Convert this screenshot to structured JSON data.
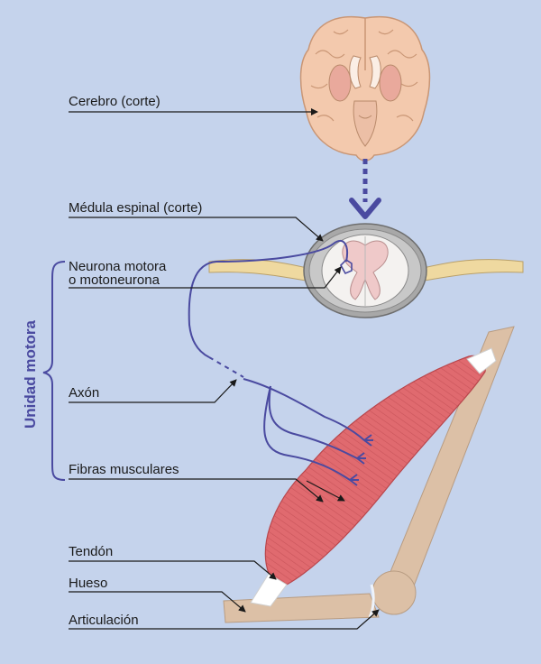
{
  "labels": {
    "brain": "Cerebro (corte)",
    "spinal_cord": "Médula espinal (corte)",
    "motor_neuron_line1": "Neurona motora",
    "motor_neuron_line2": "o motoneurona",
    "axon": "Axón",
    "muscle_fibers": "Fibras musculares",
    "tendon": "Tendón",
    "bone": "Hueso",
    "joint": "Articulación"
  },
  "side_label": "Unidad motora",
  "colors": {
    "background": "#c5d3ec",
    "nerve": "#4a4aa0",
    "muscle": "#e06a6f",
    "bone": "#dcc0a6",
    "brain": "#f3c9ad",
    "cord_gray": "#b9b9b9",
    "nerve_root": "#efd9a0",
    "tendon": "#ffffff",
    "leader_line": "#1a1a1a"
  }
}
